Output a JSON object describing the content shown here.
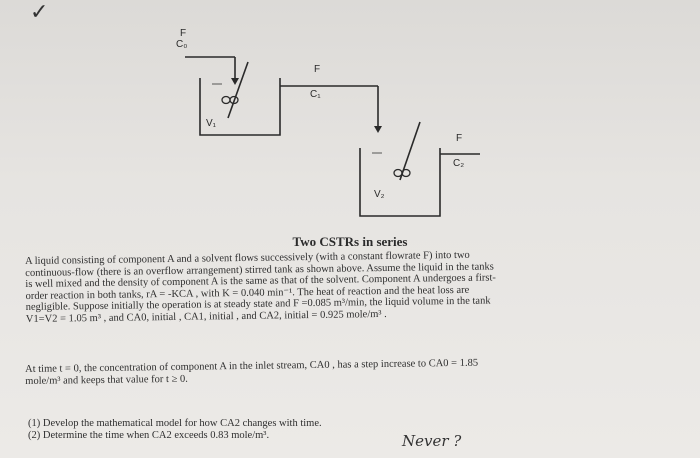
{
  "diagram": {
    "inlet_label_top": "F",
    "inlet_label_bottom": "C₀",
    "tank1_outlet_flow": "F",
    "tank1_outlet_conc": "C₁",
    "tank1_volume": "V₁",
    "tank2_outlet_flow": "F",
    "tank2_outlet_conc": "C₂",
    "tank2_volume": "V₂"
  },
  "caption": "Two CSTRs in series",
  "problem": {
    "paragraph1": [
      "A liquid consisting of component A and a solvent flows successively (with a constant flowrate F) into two",
      "continuous-flow (there is an overflow arrangement) stirred tank as shown above. Assume the liquid in the tanks",
      "is well mixed and the density of component A is the same as that of the solvent. Component A undergoes a first-",
      "order reaction in both tanks, rA = -KCA , with K = 0.040 min⁻¹. The heat of reaction and the heat loss are",
      "negligible. Suppose initially the operation is at steady state and F =0.085 m³/min, the liquid volume in the tank",
      "V1=V2 = 1.05 m³ , and CA0, initial , CA1, initial , and CA2, initial = 0.925 mole/m³ ."
    ],
    "paragraph2": [
      "At time t = 0, the concentration of component A in the inlet stream, CA0 , has a step increase to CA0 = 1.85",
      "mole/m³ and keeps that value for t ≥ 0."
    ],
    "questions": [
      "(1) Develop the mathematical model for how CA2 changes with time.",
      "(2) Determine the time when CA2 exceeds 0.83 mole/m³."
    ]
  },
  "handwriting": {
    "checkmark": "✓",
    "note": "Never ?"
  }
}
